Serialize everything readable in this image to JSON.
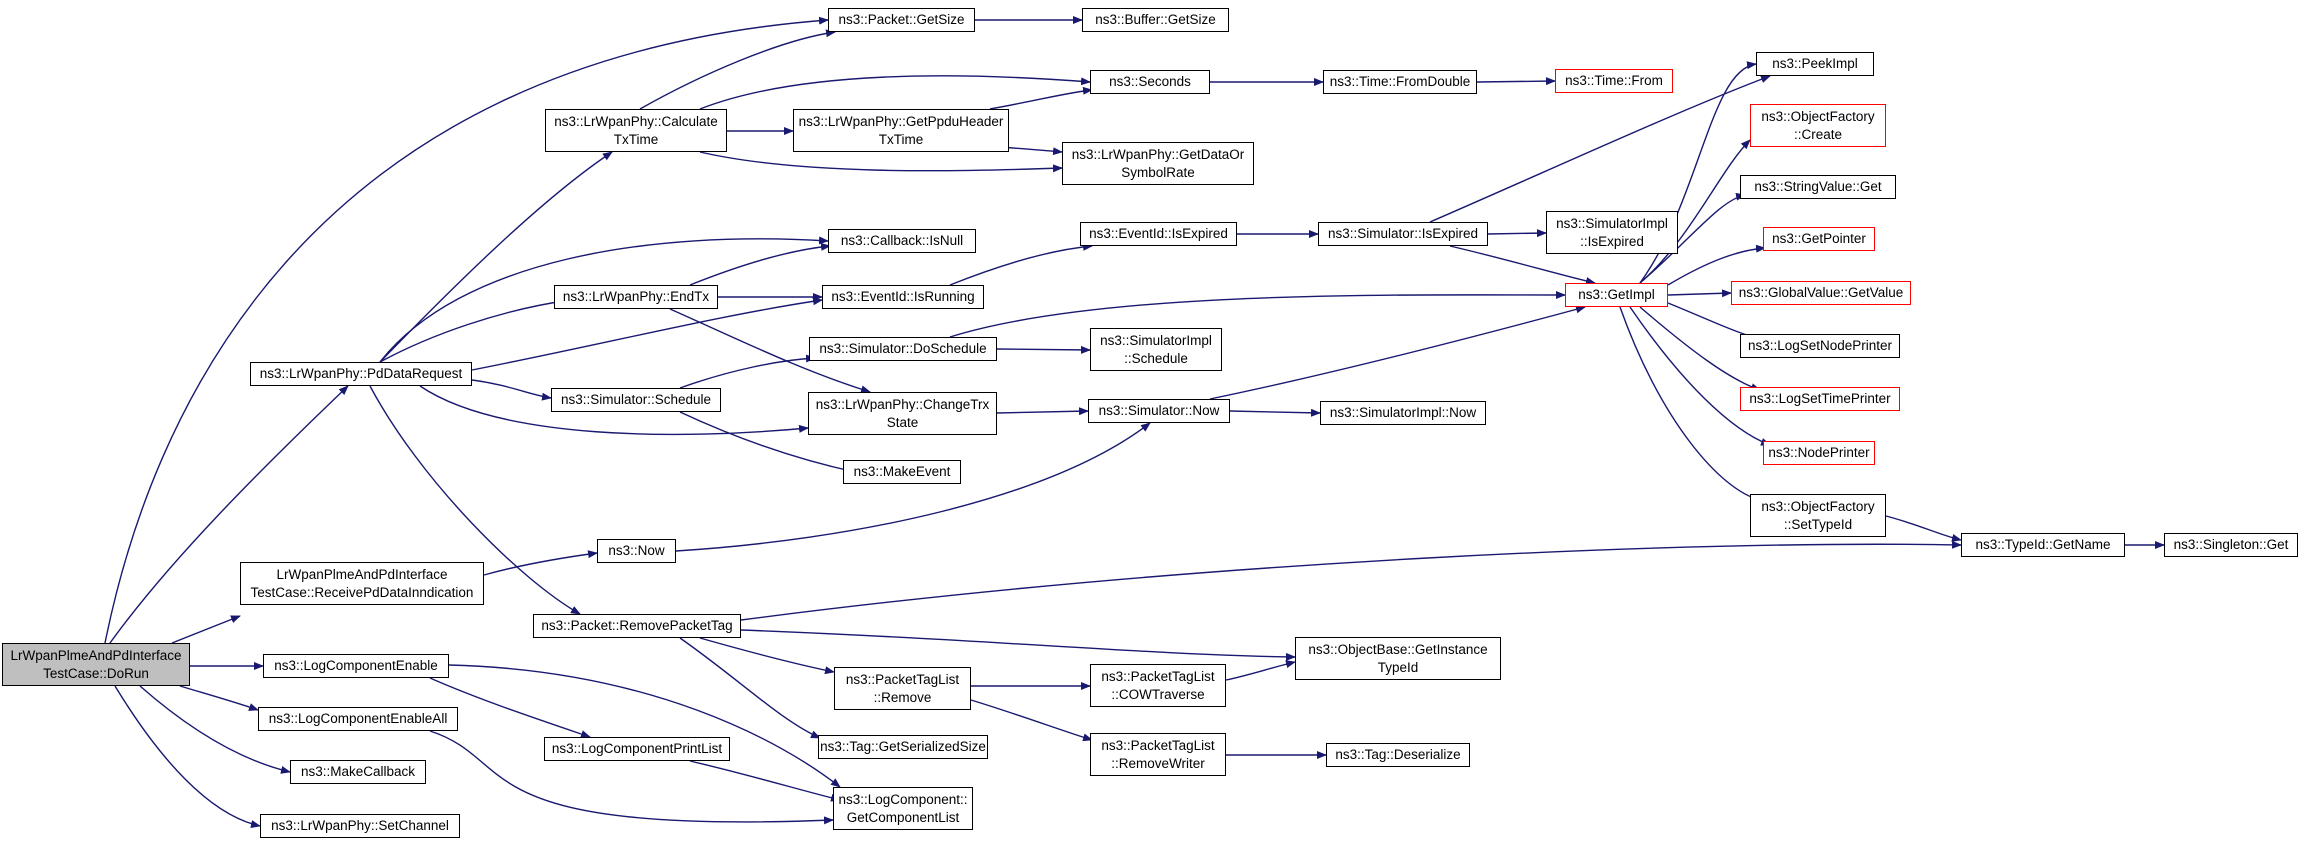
{
  "colors": {
    "edge": "#191970",
    "node_border": "#000000",
    "incomplete_border": "#ff0000",
    "root_fill": "#bfbfbf"
  },
  "nodes": {
    "root": {
      "line1": "LrWpanPlmeAndPdInterface",
      "line2": "TestCase::DoRun"
    },
    "pd_data_request": {
      "line1": "ns3::LrWpanPhy::PdDataRequest"
    },
    "receive_pd_data": {
      "line1": "LrWpanPlmeAndPdInterface",
      "line2": "TestCase::ReceivePdDataInndication"
    },
    "log_component_enable": {
      "line1": "ns3::LogComponentEnable"
    },
    "log_component_enable_all": {
      "line1": "ns3::LogComponentEnableAll"
    },
    "make_callback": {
      "line1": "ns3::MakeCallback"
    },
    "set_channel": {
      "line1": "ns3::LrWpanPhy::SetChannel"
    },
    "calculate_tx_time": {
      "line1": "ns3::LrWpanPhy::Calculate",
      "line2": "TxTime"
    },
    "end_tx": {
      "line1": "ns3::LrWpanPhy::EndTx"
    },
    "simulator_schedule": {
      "line1": "ns3::Simulator::Schedule"
    },
    "packet_remove_tag": {
      "line1": "ns3::Packet::RemovePacketTag"
    },
    "ns3_now": {
      "line1": "ns3::Now"
    },
    "log_component_print_list": {
      "line1": "ns3::LogComponentPrintList"
    },
    "packet_get_size": {
      "line1": "ns3::Packet::GetSize"
    },
    "get_ppdu_header": {
      "line1": "ns3::LrWpanPhy::GetPpduHeader",
      "line2": "TxTime"
    },
    "callback_is_null": {
      "line1": "ns3::Callback::IsNull"
    },
    "eventid_is_running": {
      "line1": "ns3::EventId::IsRunning"
    },
    "simulator_do_schedule": {
      "line1": "ns3::Simulator::DoSchedule"
    },
    "change_trx_state": {
      "line1": "ns3::LrWpanPhy::ChangeTrx",
      "line2": "State"
    },
    "make_event": {
      "line1": "ns3::MakeEvent"
    },
    "packet_tag_list_remove": {
      "line1": "ns3::PacketTagList",
      "line2": "::Remove"
    },
    "tag_get_serialized_size": {
      "line1": "ns3::Tag::GetSerializedSize"
    },
    "log_component_get_list": {
      "line1": "ns3::LogComponent::",
      "line2": "GetComponentList"
    },
    "buffer_get_size": {
      "line1": "ns3::Buffer::GetSize"
    },
    "seconds": {
      "line1": "ns3::Seconds"
    },
    "get_data_or_symbol_rate": {
      "line1": "ns3::LrWpanPhy::GetDataOr",
      "line2": "SymbolRate"
    },
    "eventid_is_expired": {
      "line1": "ns3::EventId::IsExpired"
    },
    "simulatorimpl_schedule": {
      "line1": "ns3::SimulatorImpl",
      "line2": "::Schedule"
    },
    "simulator_now": {
      "line1": "ns3::Simulator::Now"
    },
    "cow_traverse": {
      "line1": "ns3::PacketTagList",
      "line2": "::COWTraverse"
    },
    "remove_writer": {
      "line1": "ns3::PacketTagList",
      "line2": "::RemoveWriter"
    },
    "time_from_double": {
      "line1": "ns3::Time::FromDouble"
    },
    "simulator_is_expired": {
      "line1": "ns3::Simulator::IsExpired"
    },
    "simulatorimpl_now": {
      "line1": "ns3::SimulatorImpl::Now"
    },
    "object_base_get_instance": {
      "line1": "ns3::ObjectBase::GetInstance",
      "line2": "TypeId"
    },
    "tag_deserialize": {
      "line1": "ns3::Tag::Deserialize"
    },
    "time_from": {
      "line1": "ns3::Time::From"
    },
    "simulatorimpl_is_expired": {
      "line1": "ns3::SimulatorImpl",
      "line2": "::IsExpired"
    },
    "get_impl": {
      "line1": "ns3::GetImpl"
    },
    "peek_impl": {
      "line1": "ns3::PeekImpl"
    },
    "object_factory_create": {
      "line1": "ns3::ObjectFactory",
      "line2": "::Create"
    },
    "string_value_get": {
      "line1": "ns3::StringValue::Get"
    },
    "get_pointer": {
      "line1": "ns3::GetPointer"
    },
    "global_value_get_value": {
      "line1": "ns3::GlobalValue::GetValue"
    },
    "log_set_node_printer": {
      "line1": "ns3::LogSetNodePrinter"
    },
    "log_set_time_printer": {
      "line1": "ns3::LogSetTimePrinter"
    },
    "node_printer": {
      "line1": "ns3::NodePrinter"
    },
    "object_factory_set_type_id": {
      "line1": "ns3::ObjectFactory",
      "line2": "::SetTypeId"
    },
    "typeid_get_name": {
      "line1": "ns3::TypeId::GetName"
    },
    "singleton_get": {
      "line1": "ns3::Singleton::Get"
    }
  }
}
